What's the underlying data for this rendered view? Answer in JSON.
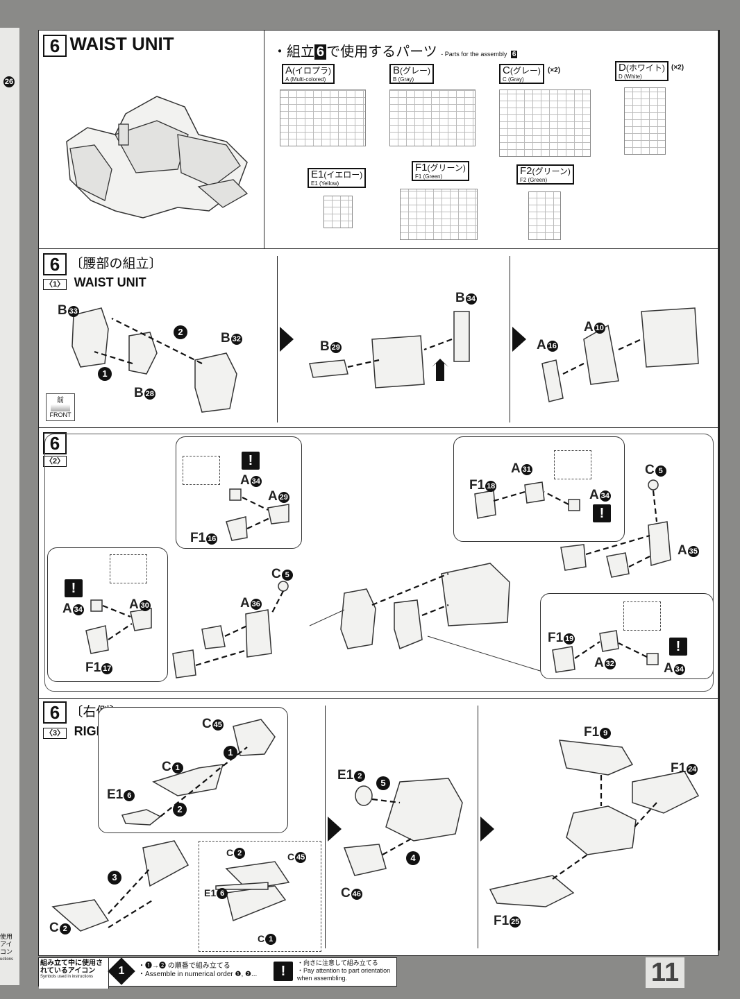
{
  "page_number": "11",
  "header": {
    "step_number": "6",
    "title": "WAIST UNIT",
    "parts_heading_jp": "・組立",
    "parts_heading_step": "6",
    "parts_heading_jp2": "で使用するパーツ",
    "parts_heading_en": "- Parts for the assembly",
    "parts_heading_en_step": "6"
  },
  "runners": [
    {
      "id": "A",
      "jp": "(イロプラ)",
      "en": "A (Multi-colored)",
      "qty": ""
    },
    {
      "id": "B",
      "jp": "(グレー)",
      "en": "B (Gray)",
      "qty": ""
    },
    {
      "id": "C",
      "jp": "(グレー)",
      "en": "C (Gray)",
      "qty": "(×2)"
    },
    {
      "id": "D",
      "jp": "(ホワイト)",
      "en": "D (White)",
      "qty": "(×2)"
    },
    {
      "id": "E1",
      "jp": "(イエロー)",
      "en": "E1 (Yellow)",
      "qty": ""
    },
    {
      "id": "F1",
      "jp": "(グリーン)",
      "en": "F1 (Green)",
      "qty": ""
    },
    {
      "id": "F2",
      "jp": "(グリーン)",
      "en": "F2 (Green)",
      "qty": ""
    }
  ],
  "section1": {
    "step": "6",
    "sub": "〈1〉",
    "title_jp": "〔腰部の組立〕",
    "title_en": "WAIST UNIT",
    "front_jp": "前",
    "front_en": "FRONT",
    "labels": {
      "b33": "B",
      "n33": "33",
      "b32": "B",
      "n32": "32",
      "b28": "B",
      "n28": "28",
      "b34": "B",
      "n34": "34",
      "b29": "B",
      "n29": "29",
      "a10": "A",
      "n10": "10",
      "a16": "A",
      "n16": "16"
    },
    "order": [
      "1",
      "2"
    ]
  },
  "section2": {
    "step": "6",
    "sub": "〈2〉",
    "labels": {
      "a34a": "A",
      "n34a": "34",
      "a29": "A",
      "n29": "29",
      "f16": "F1",
      "n16": "16",
      "a34b": "A",
      "n34b": "34",
      "a30": "A",
      "n30": "30",
      "f17": "F1",
      "n17": "17",
      "c5a": "C",
      "n5a": "5",
      "a36": "A",
      "n36": "36",
      "f18": "F1",
      "n18": "18",
      "a31": "A",
      "n31": "31",
      "a34c": "A",
      "n34c": "34",
      "c5b": "C",
      "n5b": "5",
      "a35": "A",
      "n35": "35",
      "f19": "F1",
      "n19": "19",
      "a32": "A",
      "n32": "32",
      "a34d": "A",
      "n34d": "34"
    },
    "warn": "!"
  },
  "section3": {
    "step": "6",
    "sub": "〈3〉",
    "title_jp": "〔右側〕",
    "title_en": "RIGHT SIDE",
    "labels": {
      "c45": "C",
      "n45": "45",
      "c1": "C",
      "n1": "1",
      "e16": "E1",
      "n6": "6",
      "c2": "C",
      "n2": "2",
      "d_c2": "C",
      "d_n2": "2",
      "d_c45": "C",
      "d_n45": "45",
      "d_e16": "E1",
      "d_n6": "6",
      "d_c1": "C",
      "d_n1": "1",
      "e12": "E1",
      "n12": "2",
      "c46": "C",
      "n46": "46",
      "f19": "F1",
      "n19": "9",
      "f24": "F1",
      "n24": "24",
      "f25": "F1",
      "n25": "25"
    },
    "order": [
      "1",
      "2",
      "3",
      "4",
      "5"
    ]
  },
  "legend": {
    "title_jp": "組み立て中に使用されているアイコン",
    "title_en": "Symbols used in instructions",
    "order_icon": "1",
    "order_jp": "・❶→❷ の順番で組み立てる",
    "order_en": "・Assemble in numerical order ❶, ❷...",
    "warn_icon": "!",
    "warn_jp": "・向きに注意して組み立てる",
    "warn_en": "・Pay attention to part orientation when assembling."
  },
  "left_margin": {
    "n26": "26",
    "label1": "使用",
    "label2": "アイコン",
    "label3": "uctions"
  }
}
